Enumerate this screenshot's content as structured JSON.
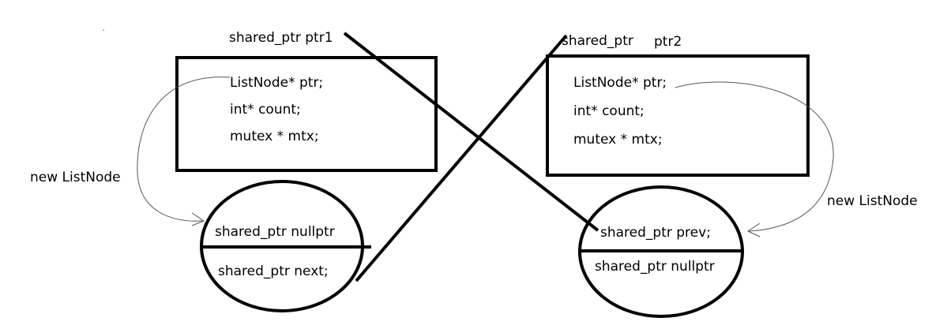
{
  "diagram": {
    "left": {
      "ptr_label": "shared_ptr ptr1",
      "fields": [
        "ListNode* ptr;",
        "int* count;",
        "mutex * mtx;"
      ],
      "new_label": "new ListNode",
      "node_top": "shared_ptr nullptr",
      "node_bottom": "shared_ptr next;"
    },
    "right": {
      "ptr_label_a": "shared_ptr",
      "ptr_label_b": "ptr2",
      "fields": [
        "ListNode* ptr;",
        "int* count;",
        "mutex * mtx;"
      ],
      "new_label": "new ListNode",
      "node_top": "shared_ptr prev;",
      "node_bottom": "shared_ptr nullptr"
    }
  }
}
